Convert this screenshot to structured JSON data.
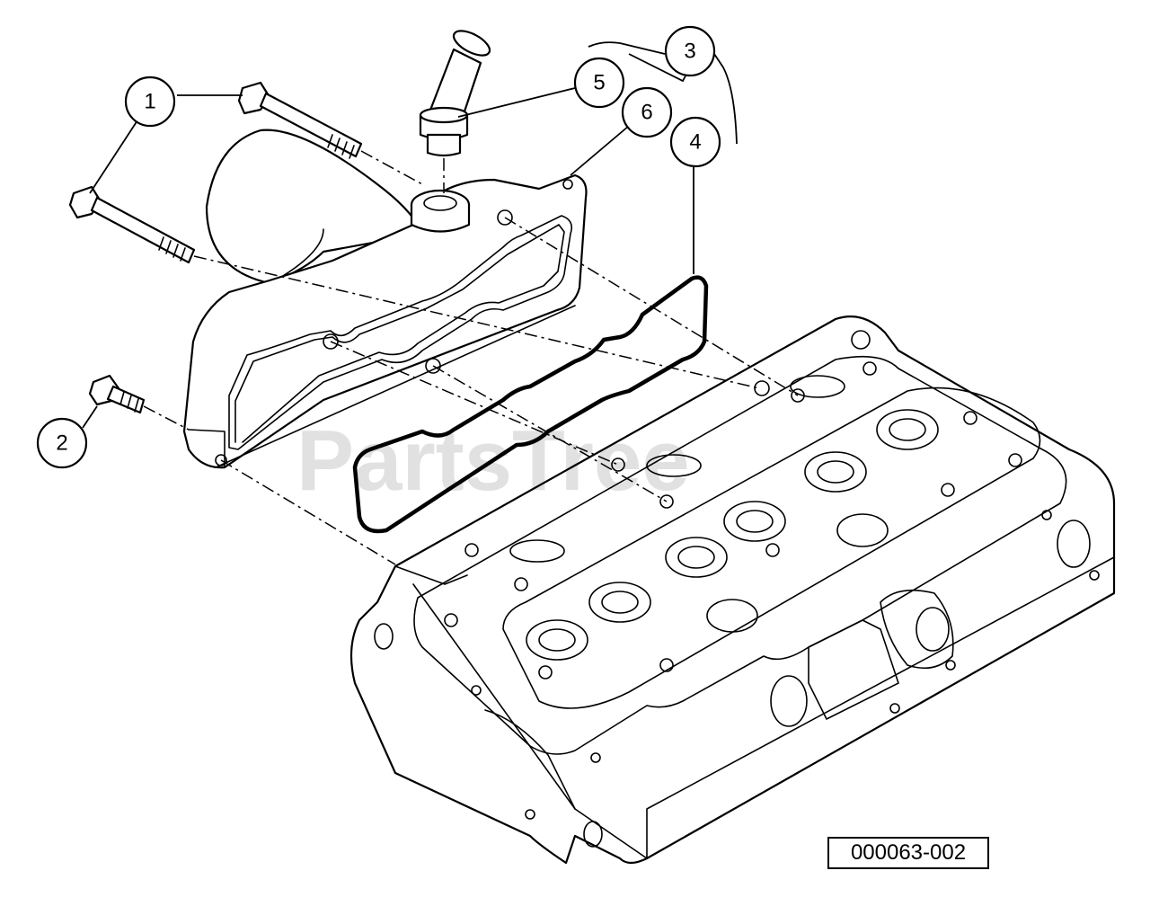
{
  "diagram": {
    "callouts": [
      {
        "id": "1",
        "label": "1"
      },
      {
        "id": "2",
        "label": "2"
      },
      {
        "id": "3",
        "label": "3"
      },
      {
        "id": "4",
        "label": "4"
      },
      {
        "id": "5",
        "label": "5"
      },
      {
        "id": "6",
        "label": "6"
      }
    ],
    "reference_code": "000063-002",
    "watermark": "PartsTree"
  }
}
